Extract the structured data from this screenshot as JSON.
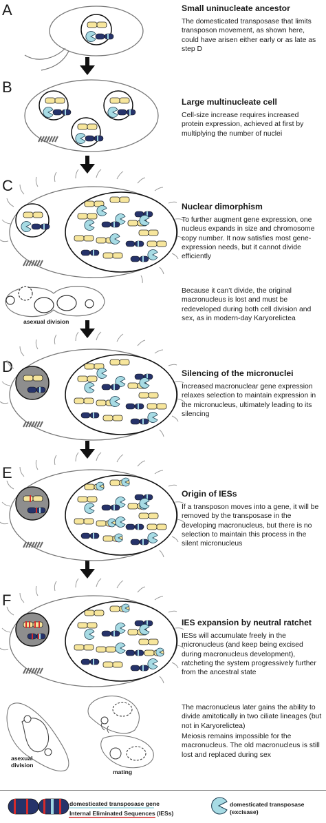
{
  "panels": [
    {
      "letter": "A",
      "heading": "Small uninucleate ancestor",
      "body": "The domesticated transposase that limits transposon movement, as shown here, could have arisen either early or as late as step D"
    },
    {
      "letter": "B",
      "heading": "Large multinucleate cell",
      "body": "Cell-size increase requires increased protein expression, achieved at first by multiplying the number of nuclei"
    },
    {
      "letter": "C",
      "heading": "Nuclear dimorphism",
      "body": "To further augment gene expression, one nucleus expands in size and chromosome copy number. It now satisfies most gene-expression needs, but it cannot divide efficiently"
    },
    {
      "letter": "D",
      "heading": "Silencing of the micronuclei",
      "body": "Increased macronuclear gene expression relaxes selection to maintain expression in the micronucleus, ultimately leading to its silencing"
    },
    {
      "letter": "E",
      "heading": "Origin of IESs",
      "body": "If a transposon moves into a gene, it will be removed by the transposase in the developing macronucleus, but there is no selection to maintain this process in the silent micronucleus"
    },
    {
      "letter": "F",
      "heading": "IES expansion by neutral ratchet",
      "body": "IESs will accumulate freely in the micronucleus (and keep being excised during macronucleus development), ratcheting the system progressively further from the ancestral state"
    }
  ],
  "notes": {
    "c_division": "Because it can’t divide, the original macronucleus is lost and must be redeveloped during both cell division and sex, as in modern-day Karyorelictea",
    "f_amitotic": "The macronucleus later gains the ability to divide amitotically in two ciliate lineages (but not in Karyorelictea)",
    "f_meiosis": "Meiosis remains impossible for the macronucleus. The old macronucleus is still lost and replaced during sex"
  },
  "labels": {
    "asexual_division_c": "asexual division",
    "asexual_division_f": "asexual division",
    "mating": "mating"
  },
  "legend": {
    "gene": "domesticated transposase gene",
    "ies": "Internal Eliminated Sequences (IESs)",
    "enzyme": "domesticated transposase (excisase)"
  },
  "colors": {
    "gene_blue": "#26336a",
    "gene_light": "#9fd8e3",
    "ies_red": "#d62b2b",
    "chromosome_yellow": "#f7e69c",
    "enzyme_cyan": "#a7dbe4",
    "silent_nucleus": "#8e8e8e"
  }
}
